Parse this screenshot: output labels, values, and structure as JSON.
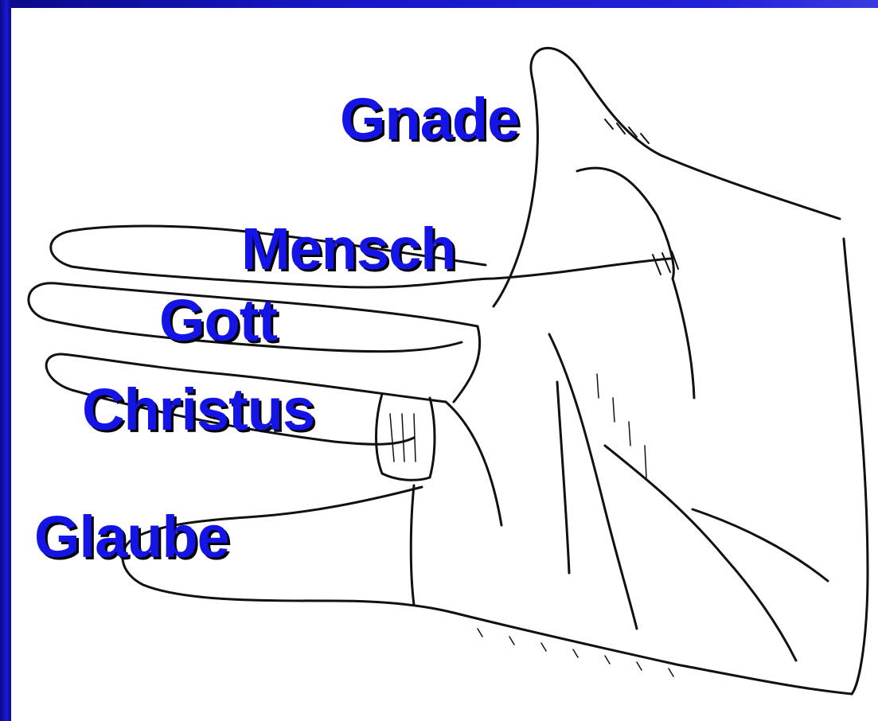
{
  "words": {
    "gnade": "Gnade",
    "mensch": "Mensch",
    "gott": "Gott",
    "christus": "Christus",
    "glaube": "Glaube"
  },
  "colors": {
    "frame": "#1414c8",
    "word_fill": "#1414e6",
    "word_shadow": "#000000",
    "line": "#111111",
    "background": "#ffffff"
  },
  "icons": {
    "illustration": "open-hand-drawing"
  }
}
